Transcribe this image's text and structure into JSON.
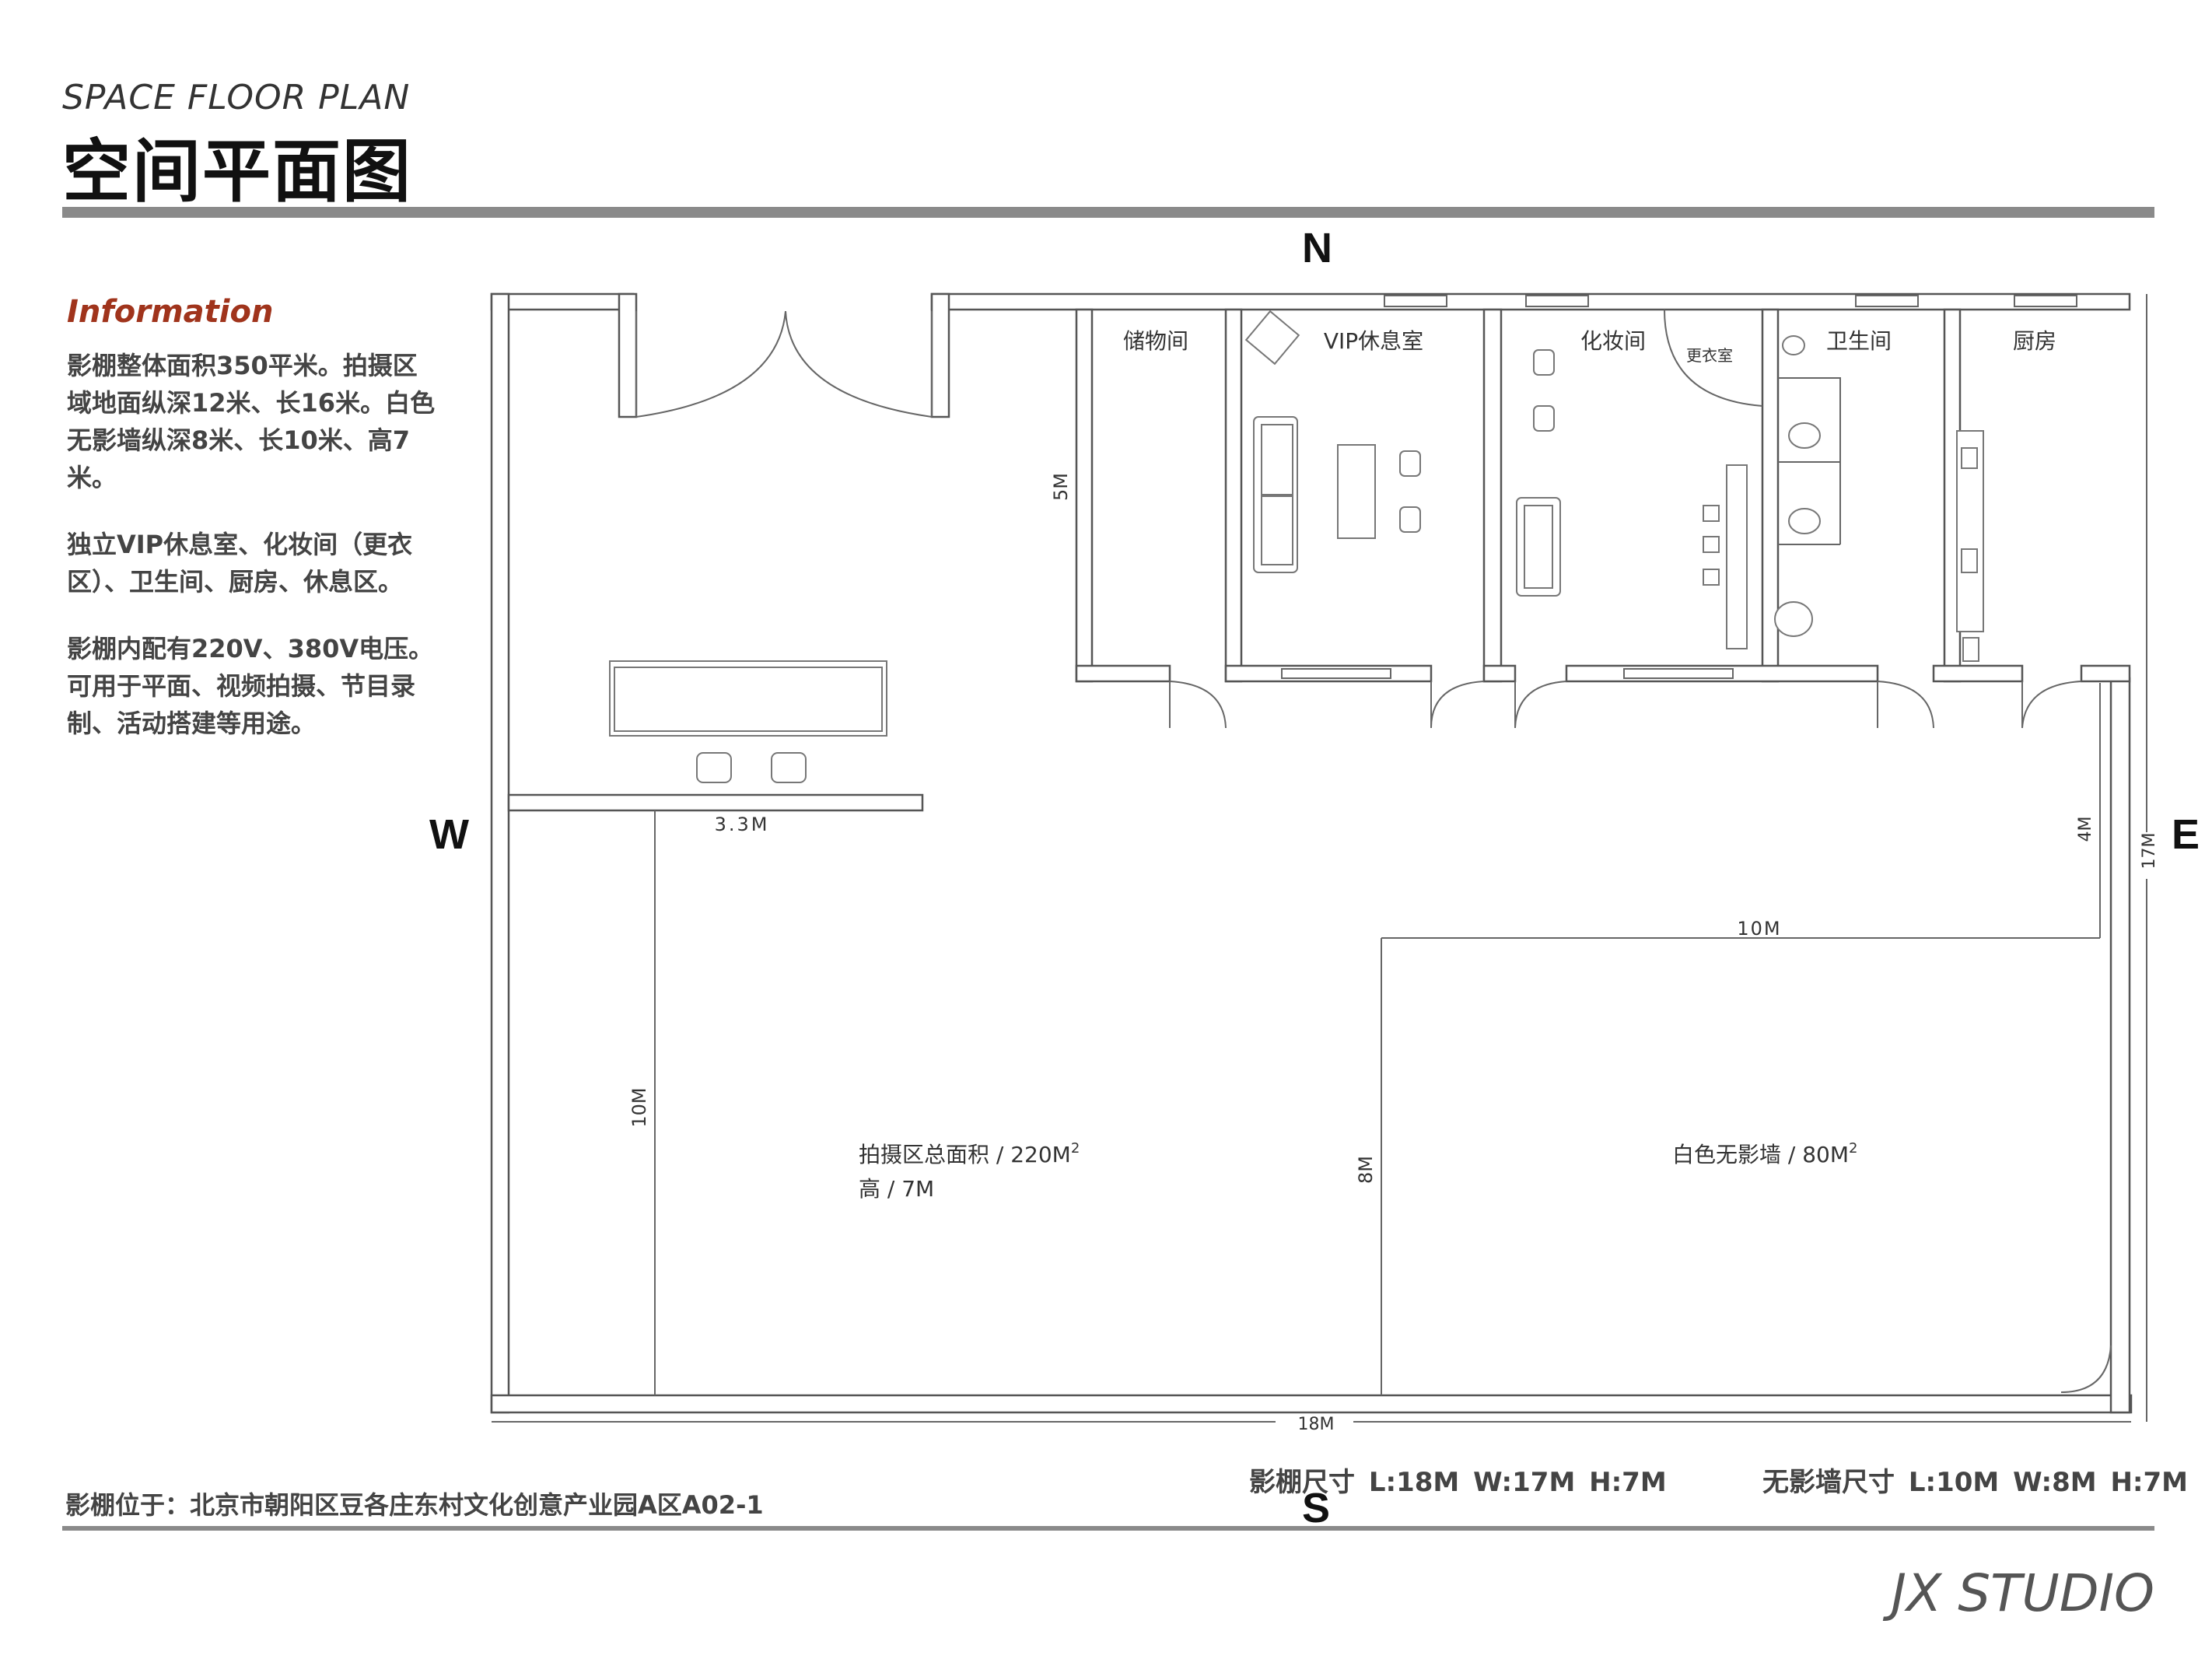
{
  "header": {
    "subtitle_en": "SPACE FLOOR PLAN",
    "title_cn": "空间平面图"
  },
  "info": {
    "heading": "Information",
    "paragraphs": [
      "影棚整体面积350平米。拍摄区域地面纵深12米、长16米。白色无影墙纵深8米、长10米、高7米。",
      "独立VIP休息室、化妆间（更衣区）、卫生间、厨房、休息区。",
      "影棚内配有220V、380V电压。可用于平面、视频拍摄、节目录制、活动搭建等用途。"
    ]
  },
  "compass": {
    "north": "N",
    "south": "S",
    "west": "W",
    "east": "E"
  },
  "rooms": {
    "storage": "储物间",
    "vip": "VIP休息室",
    "makeup": "化妆间",
    "dressing": "更衣室",
    "toilet": "卫生间",
    "kitchen": "厨房"
  },
  "dimensions": {
    "north_rooms_depth": "5M",
    "counter_length": "3.3M",
    "shooting_depth": "10M",
    "cyc_length": "10M",
    "cyc_depth": "8M",
    "east_gap": "4M",
    "total_width": "17M",
    "total_length": "18M"
  },
  "areas": {
    "shooting_line1_prefix": "拍摄区总面积 / 220M",
    "shooting_line1_sup": "2",
    "shooting_line2": "高 / 7M",
    "cyc_prefix": "白色无影墙 / 80M",
    "cyc_sup": "2"
  },
  "footer": {
    "location": "影棚位于：北京市朝阳区豆各庄东村文化创意产业园A区A02-1",
    "studio_size": "影棚尺寸 L:18M  W:17M  H:7M",
    "cyc_size": "无影墙尺寸 L:10M  W:8M  H:7M",
    "brand": "JX STUDIO"
  }
}
